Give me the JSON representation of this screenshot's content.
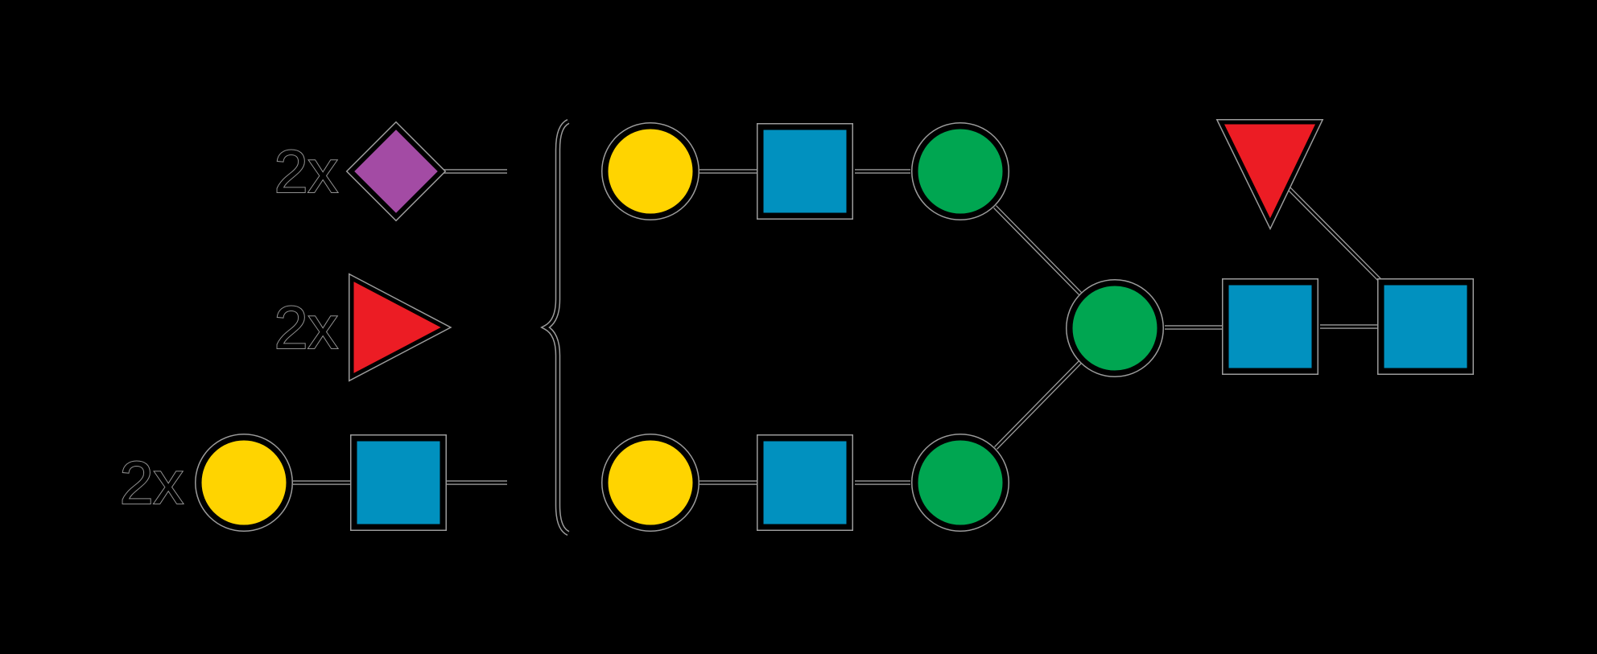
{
  "page": {
    "background": "#000000",
    "halo": "#9b9b9b",
    "stroke": "#000000"
  },
  "labels": {
    "row1_multiplier": "2x",
    "row2_multiplier": "2x",
    "row3_multiplier": "2x"
  },
  "colors": {
    "purple": "#a34ba4",
    "red": "#ec1c24",
    "yellow": "#ffd400",
    "blue": "#0191bf",
    "green": "#00a651"
  }
}
